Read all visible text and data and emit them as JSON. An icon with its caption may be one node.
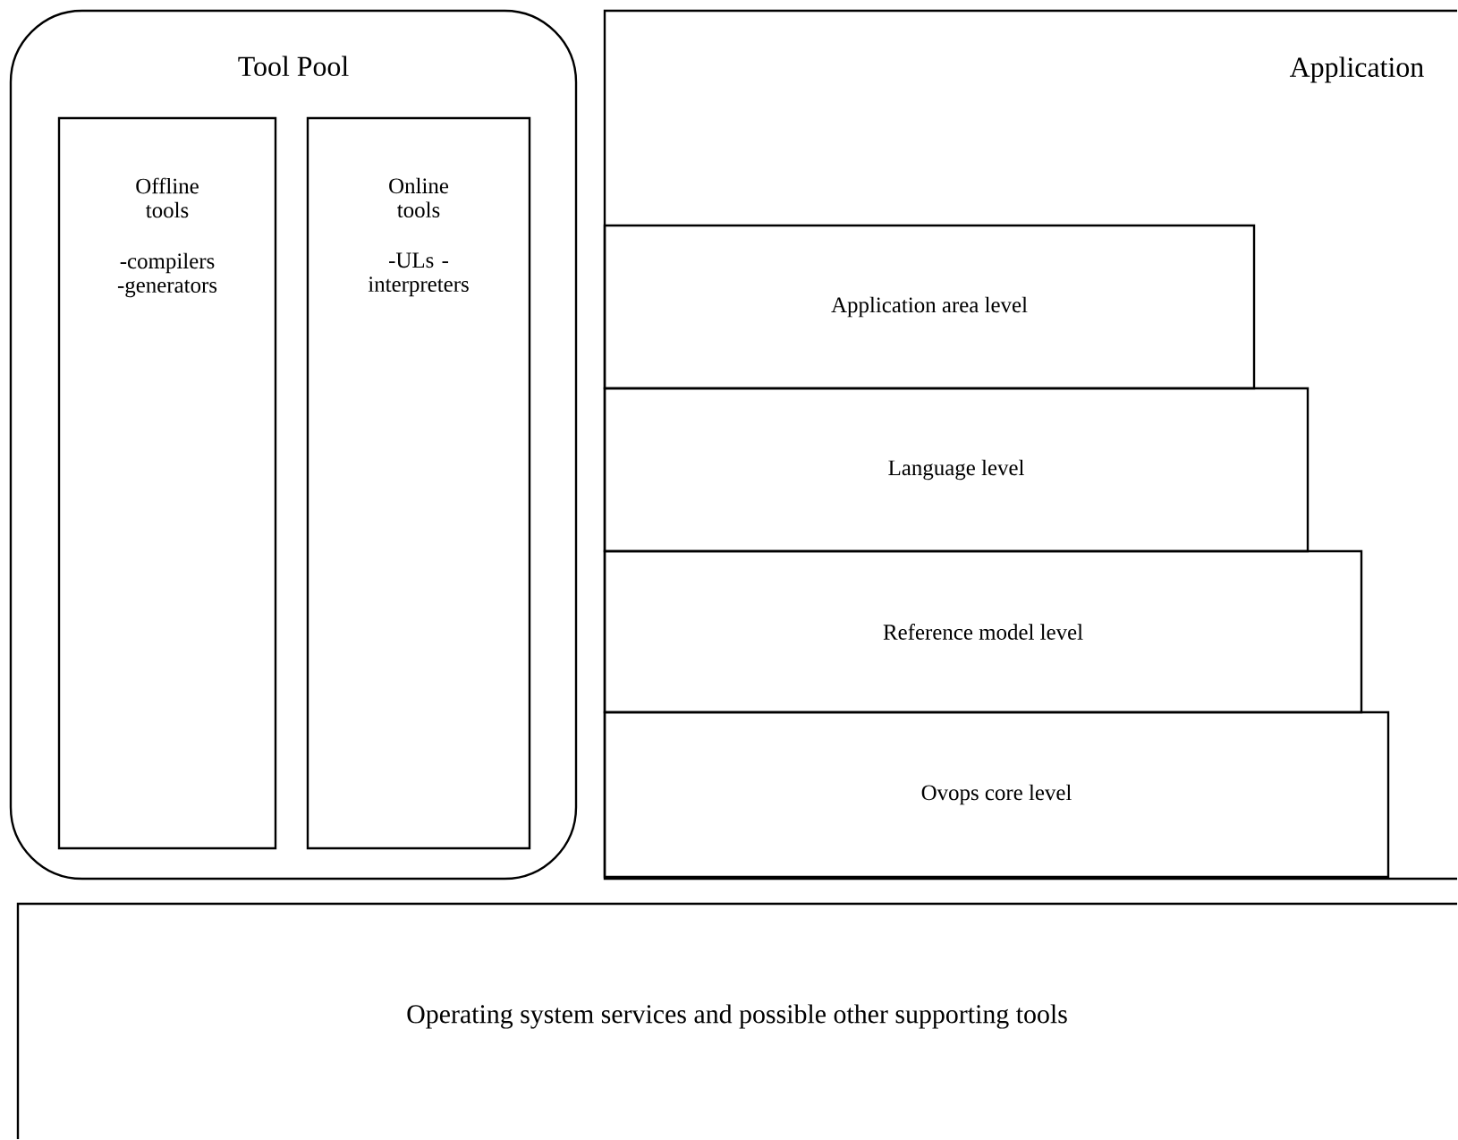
{
  "diagram": {
    "nodes": [
      {
        "text": [
          "Tool Pool"
        ]
      },
      {
        "text": [
          "Offline tools",
          "-compilers -generators"
        ],
        "in": 0
      },
      {
        "text": [
          "Online tools",
          "-ULs -interpreters"
        ],
        "in": 0
      },
      {
        "text": [
          "Application"
        ]
      },
      {
        "text": [
          "Application area level"
        ],
        "in": 3
      },
      {
        "text": [
          "Language level"
        ],
        "in": 3
      },
      {
        "text": [
          "Reference model level"
        ],
        "in": 3
      },
      {
        "text": [
          "Ovops core level"
        ],
        "in": 3
      },
      {
        "text": [
          "Operating system services and possible other supporting tools"
        ]
      }
    ]
  }
}
